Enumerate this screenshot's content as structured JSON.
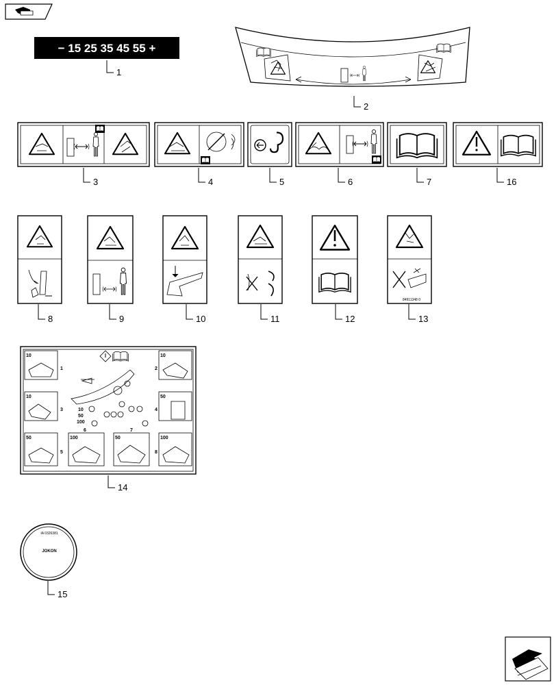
{
  "nav": {
    "prev_icon": "arrow-left-icon",
    "next_icon": "arrow-right-icon"
  },
  "scale_label": "−  15  25  35  45  55  +",
  "tiny_codes": {
    "item13": "84911348 0"
  },
  "disc": {
    "text_top": "IA  0326381",
    "brand": "JOKON"
  },
  "item14_labels": {
    "cell1": "10",
    "cell2": "10",
    "cell3": "10",
    "cell4": "50",
    "cell5": "50",
    "cell6": "100",
    "cell7": "50",
    "cell8": "100",
    "num1": "1",
    "num2": "2",
    "num3": "3",
    "num4": "4",
    "num5": "5",
    "num6": "6",
    "num7": "7",
    "num8": "8",
    "legend_a": "10",
    "legend_b": "50",
    "legend_c": "100"
  },
  "callouts": {
    "c1": "1",
    "c2": "2",
    "c3": "3",
    "c4": "4",
    "c5": "5",
    "c6": "6",
    "c7": "7",
    "c16": "16",
    "c8": "8",
    "c9": "9",
    "c10": "10",
    "c11": "11",
    "c12": "12",
    "c13": "13",
    "c14": "14",
    "c15": "15"
  }
}
